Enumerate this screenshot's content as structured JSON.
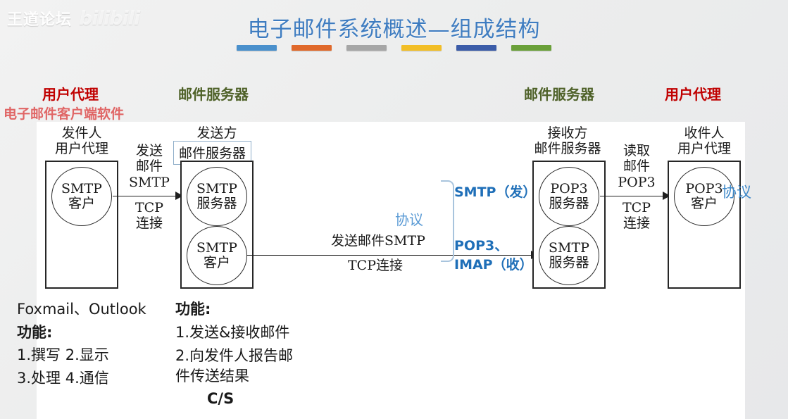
{
  "watermark": {
    "text": "王道论坛",
    "logo": "bilibili"
  },
  "title": {
    "text": "电子邮件系统概述—组成结构"
  },
  "title_bars": [
    {
      "name": "bar-blue",
      "color": "#4A90CC"
    },
    {
      "name": "bar-orange",
      "color": "#E0692B"
    },
    {
      "name": "bar-gray",
      "color": "#A6A6A6"
    },
    {
      "name": "bar-yellow",
      "color": "#F2BE26"
    },
    {
      "name": "bar-navy",
      "color": "#3B5CA8"
    },
    {
      "name": "bar-green",
      "color": "#6AA039"
    }
  ],
  "categories": {
    "left_agent": "用户代理",
    "left_agent_sub": "电子邮件客户端软件",
    "left_server": "邮件服务器",
    "right_server": "邮件服务器",
    "right_agent": "用户代理"
  },
  "diagram": {
    "sender_agent_caption_l1": "发件人",
    "sender_agent_caption_l2": "用户代理",
    "sender_agent_circle_l1": "SMTP",
    "sender_agent_circle_l2": "客户",
    "link1_l1": "发送",
    "link1_l2": "邮件",
    "link1_l3": "SMTP",
    "link1_l4": "TCP",
    "link1_l5": "连接",
    "sender_server_caption": "发送方",
    "sender_server_boxed": "邮件服务器",
    "sender_server_c1_l1": "SMTP",
    "sender_server_c1_l2": "服务器",
    "sender_server_c2_l1": "SMTP",
    "sender_server_c2_l2": "客户",
    "mid_link_l1": "发送邮件SMTP",
    "mid_link_l2": "TCP连接",
    "protocol_label": "协议",
    "protocol_send": "SMTP（发）",
    "protocol_recv_l1": "POP3、",
    "protocol_recv_l2": "IMAP（收）",
    "receiver_server_caption_l1": "接收方",
    "receiver_server_caption_l2": "邮件服务器",
    "receiver_server_c1_l1": "POP3",
    "receiver_server_c1_l2": "服务器",
    "receiver_server_c2_l1": "SMTP",
    "receiver_server_c2_l2": "服务器",
    "link2_l1": "读取",
    "link2_l2": "邮件",
    "link2_l3": "POP3",
    "link2_l4": "TCP",
    "link2_l5": "连接",
    "receiver_agent_caption_l1": "收件人",
    "receiver_agent_caption_l2": "用户代理",
    "receiver_agent_circle_l1": "POP3",
    "receiver_agent_circle_l2": "客户",
    "receiver_protocol_overlay": "协议"
  },
  "notes": {
    "left": {
      "apps": "Foxmail、Outlook",
      "heading": "功能:",
      "line1": "1.撰写   2.显示",
      "line2": "3.处理   4.通信"
    },
    "middle": {
      "heading": "功能:",
      "line1": "1.发送&接收邮件",
      "line2": "2.向发件人报告邮",
      "line3": "件传送结果",
      "cs": "C/S"
    }
  }
}
